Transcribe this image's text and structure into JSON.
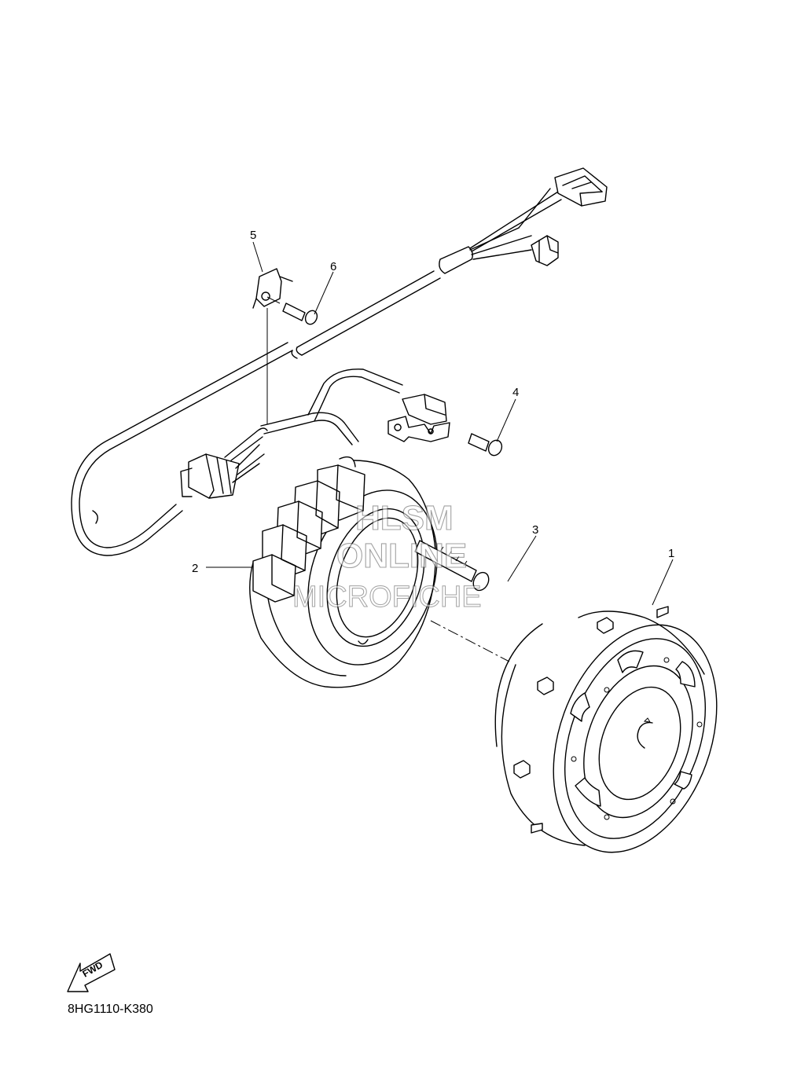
{
  "diagram": {
    "drawing_code": "8HG1110-K380",
    "fwd_label": "FWD",
    "watermark": [
      "HLSM",
      "ONLINE",
      "MICROFICHE"
    ],
    "callouts": [
      {
        "number": "1",
        "part": "rotor-flywheel"
      },
      {
        "number": "2",
        "part": "stator-assembly"
      },
      {
        "number": "3",
        "part": "stator-bolt"
      },
      {
        "number": "4",
        "part": "pickup-screw"
      },
      {
        "number": "5",
        "part": "lead-clamp"
      },
      {
        "number": "6",
        "part": "clamp-screw"
      }
    ]
  }
}
